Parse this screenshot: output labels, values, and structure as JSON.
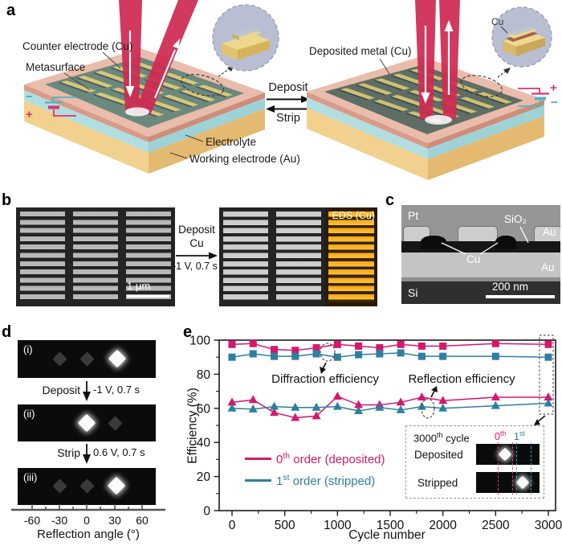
{
  "colors": {
    "pink": "#d6186b",
    "teal": "#2e7fa0",
    "beam": "#cf2a52",
    "eds_orange": "#f2a714"
  },
  "panels": {
    "a": {
      "label": "a",
      "left_device": {
        "counter_electrode": "Counter electrode (Cu)",
        "metasurface": "Metasurface",
        "electrolyte": "Electrolyte",
        "working_electrode": "Working electrode (Au)",
        "battery_minus": "−",
        "battery_plus": "+"
      },
      "center": {
        "deposit": "Deposit",
        "strip": "Strip"
      },
      "right_device": {
        "deposited_metal": "Deposited metal (Cu)",
        "inset_cu": "Cu",
        "battery_plus": "+",
        "battery_minus": "−"
      }
    },
    "b": {
      "label": "b",
      "arrow_line1": "Deposit",
      "arrow_line2": "Cu",
      "arrow_condition": "-1 V, 0.7 s",
      "scale_bar": "1 μm",
      "eds_label": "EDS (Cu)"
    },
    "c": {
      "label": "c",
      "pt": "Pt",
      "sio2": "SiO₂",
      "au_top": "Au",
      "cu": "Cu",
      "au_mid": "Au",
      "si": "Si",
      "scale_bar": "200 nm"
    },
    "d": {
      "label": "d",
      "frame1": "(i)",
      "frame2": "(ii)",
      "frame3": "(iii)",
      "deposit_name": "Deposit",
      "deposit_condition": "-1 V, 0.7 s",
      "strip_name": "Strip",
      "strip_condition": "0.6 V, 0.7 s",
      "axis": {
        "ticks": [
          "-60",
          "-30",
          "0",
          "30",
          "60"
        ],
        "title": "Reflection angle (°)"
      }
    },
    "e": {
      "label": "e",
      "annotation_diffraction": "Diffraction efficiency",
      "annotation_reflection": "Reflection efficiency",
      "legend": [
        {
          "base": "0",
          "sup": "th",
          "rest": " order (deposited)",
          "color": "#d6186b"
        },
        {
          "base": "1",
          "sup": "st",
          "rest": " order (stripped)",
          "color": "#2e7fa0"
        }
      ],
      "inset": {
        "title_base": "3000",
        "title_sup": "th",
        "title_rest": " cycle",
        "order0_base": "0",
        "order0_sup": "th",
        "order1_base": "1",
        "order1_sup": "st",
        "row1": "Deposited",
        "row2": "Stripped"
      }
    }
  },
  "chart_data": {
    "type": "line",
    "title": "",
    "xlabel": "Cycle number",
    "ylabel": "Efficiency (%)",
    "x": [
      0,
      200,
      400,
      600,
      800,
      1000,
      1200,
      1400,
      1600,
      1800,
      2000,
      2500,
      3000
    ],
    "xticks": [
      0,
      500,
      1000,
      1500,
      2000,
      2500,
      3000
    ],
    "yticks": [
      0,
      20,
      40,
      60,
      80,
      100
    ],
    "xlim": [
      -150,
      3150
    ],
    "ylim": [
      0,
      100
    ],
    "grid": false,
    "legend_position": "lower-left",
    "series": [
      {
        "name": "0th order diffraction efficiency (deposited)",
        "marker": "square",
        "color": "#d6186b",
        "values": [
          97.5,
          98,
          94.5,
          94,
          95.5,
          97.5,
          96.5,
          95.5,
          97.5,
          96.5,
          96.5,
          98,
          97.5
        ]
      },
      {
        "name": "1st order diffraction efficiency (stripped)",
        "marker": "square",
        "color": "#2e7fa0",
        "values": [
          90,
          92,
          90.5,
          90.5,
          92,
          90,
          91.5,
          92,
          92.5,
          90.5,
          90.5,
          90.5,
          90
        ]
      },
      {
        "name": "0th order reflection efficiency (deposited)",
        "marker": "triangle",
        "color": "#d6186b",
        "values": [
          63.5,
          65,
          57.5,
          54.5,
          55.5,
          67,
          62,
          62,
          63.5,
          66.5,
          64.5,
          66.5,
          66.5
        ]
      },
      {
        "name": "1st order reflection efficiency (stripped)",
        "marker": "triangle",
        "color": "#2e7fa0",
        "values": [
          60,
          59.5,
          61,
          60.5,
          60.5,
          61,
          58.5,
          60.5,
          59,
          61,
          60,
          61.5,
          63
        ]
      }
    ]
  }
}
